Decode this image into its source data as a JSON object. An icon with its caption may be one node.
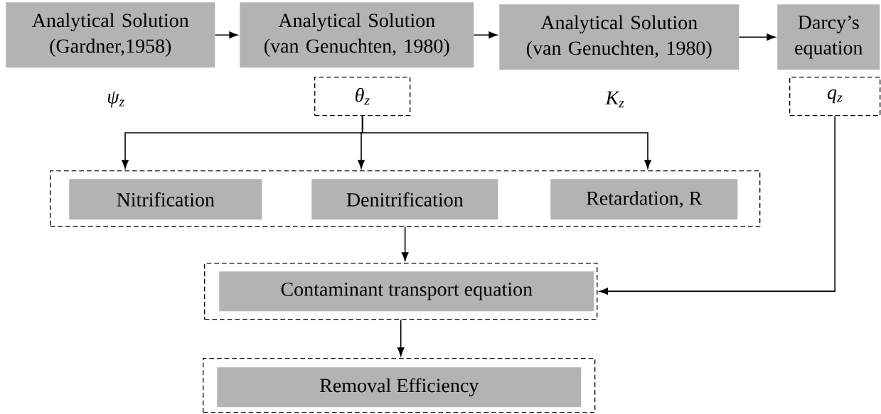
{
  "diagram": {
    "nodes": [
      {
        "text": [
          "Analytical Solution (Gardner,1958)"
        ]
      },
      {
        "text": [
          "Analytical Solution (van Genuchten, 1980)"
        ]
      },
      {
        "text": [
          "Analytical Solution (van Genuchten, 1980)"
        ]
      },
      {
        "text": [
          "Darcy’s equation"
        ]
      },
      {
        "text": [
          "θ$_{z}$"
        ]
      },
      {
        "text": [
          "q$_{z}$"
        ]
      },
      {
        "text": [],
        "shape": "box"
      },
      {
        "text": [
          "Nitrification"
        ],
        "in": 6
      },
      {
        "text": [
          "Denitrification"
        ],
        "in": 6
      },
      {
        "text": [
          "Retardation, R"
        ],
        "in": 6
      },
      {
        "text": [],
        "shape": "box"
      },
      {
        "text": [
          "Contaminant transport equation"
        ],
        "in": 10
      },
      {
        "text": [],
        "shape": "box"
      },
      {
        "text": [
          "Removal Efficiency"
        ],
        "in": 12
      }
    ],
    "edges": [
      {
        "from": 0,
        "to": 1,
        "arrow": "to"
      },
      {
        "from": 1,
        "to": 2,
        "arrow": "to"
      },
      {
        "from": 2,
        "to": 3,
        "arrow": "to"
      },
      {
        "from": 4,
        "to": 7,
        "arrow": "to"
      },
      {
        "from": 4,
        "to": 8,
        "arrow": "to"
      },
      {
        "from": 4,
        "to": 9,
        "arrow": "to"
      },
      {
        "from": 6,
        "to": 10,
        "arrow": "to"
      },
      {
        "from": 5,
        "to": 10,
        "arrow": "to"
      },
      {
        "from": 10,
        "to": 12,
        "arrow": "to"
      }
    ],
    "labels": [
      "ψ$_{z}$",
      "K$_{z}$"
    ]
  }
}
